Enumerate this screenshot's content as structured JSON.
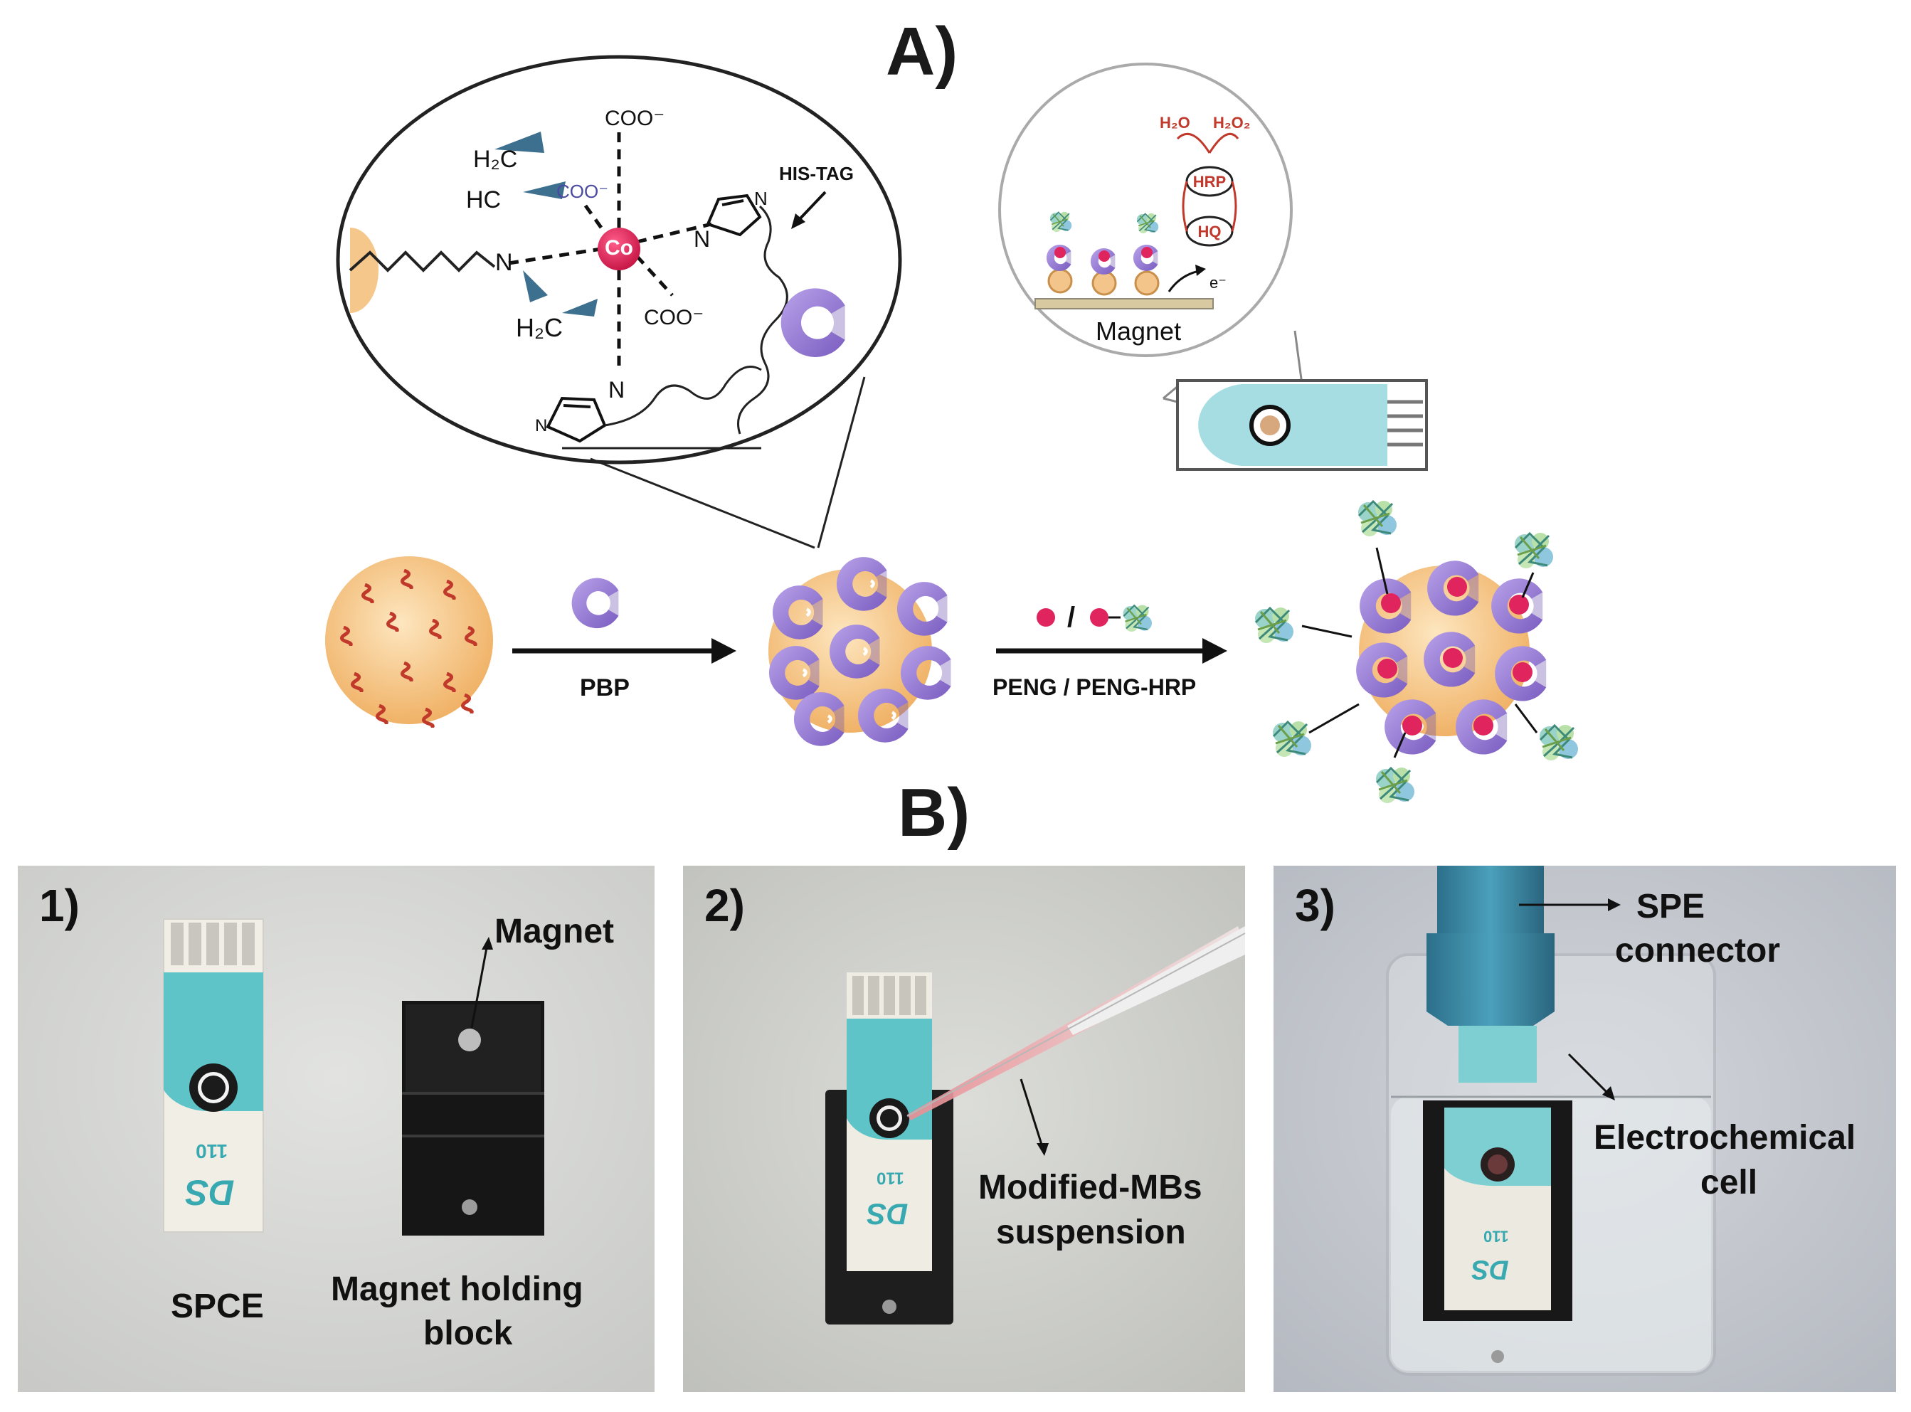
{
  "panels": {
    "a_label": "A)",
    "b_label": "B)"
  },
  "scheme": {
    "ligand_atoms": {
      "h2c_top": "H₂C",
      "hc": "HC",
      "coo_mid": "COO⁻",
      "coo_top": "COO⁻",
      "n_left": "N",
      "cobalt": "Co",
      "h2c_bottom": "H₂C",
      "coo_right": "COO⁻",
      "n_imid_top": "N",
      "n_imid_ring_top": "N",
      "n_bottom": "N",
      "n_imid_ring_bottom": "N",
      "his_tag": "HIS-TAG"
    },
    "detection": {
      "h2o": "H₂O",
      "h2o2": "H₂O₂",
      "hrp": "HRP",
      "hq": "HQ",
      "electron": "e⁻",
      "magnet": "Magnet"
    },
    "steps": {
      "step1_label": "PBP",
      "step2_symbol": "/",
      "step2_label": "PENG / PENG-HRP"
    }
  },
  "photos": [
    {
      "number": "1)",
      "labels": {
        "spce": "SPCE",
        "magnet": "Magnet",
        "block_line1": "Magnet holding",
        "block_line2": "block",
        "strip_code": "110",
        "strip_brand": "DS"
      }
    },
    {
      "number": "2)",
      "labels": {
        "suspension_line1": "Modified-MBs",
        "suspension_line2": "suspension",
        "strip_code": "110",
        "strip_brand": "DS"
      }
    },
    {
      "number": "3)",
      "labels": {
        "connector_line1": "SPE",
        "connector_line2": "connector",
        "cell_line1": "Electrochemical",
        "cell_line2": "cell",
        "strip_code": "110",
        "strip_brand": "DS"
      }
    }
  ],
  "colors": {
    "cobalt": "#e0245e",
    "protein": "#9a7fd1",
    "bead": "#f5c98a",
    "his": "#c0392b",
    "spce_teal": "#6ecdd2",
    "wedge": "#3d6f8f"
  }
}
